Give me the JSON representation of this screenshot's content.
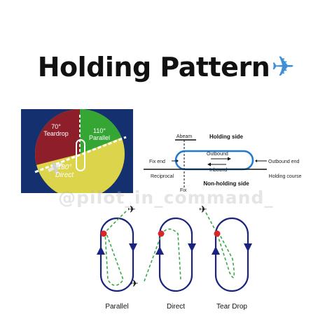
{
  "title": {
    "text": "Holding Pattern",
    "emoji_icon": "airplane-icon"
  },
  "sector_diagram": {
    "teardrop_angle": "70°",
    "teardrop_label": "Teardrop",
    "parallel_angle": "110°",
    "parallel_label": "Parallel",
    "direct_angle": "180°",
    "direct_label": "Direct",
    "colors": {
      "teardrop": "#8e1e2a",
      "parallel": "#35a534",
      "direct": "#dcd44a",
      "background": "#15306e"
    }
  },
  "holding_diagram": {
    "abeam": "Abeam",
    "holding_side": "Holding side",
    "fix_end": "Fix end",
    "outbound": "Outbound",
    "outbound_end": "Outbound end",
    "inbound": "Inbound",
    "reciprocal": "Reciprocal",
    "fix": "Fix",
    "non_holding_side": "Non-holding side",
    "holding_course": "Holding course"
  },
  "watermark": "@pilot_in_command_",
  "entries": {
    "parallel": "Parallel",
    "direct": "Direct",
    "tear_drop": "Tear Drop",
    "colors": {
      "track": "#1a237e",
      "entry_path": "#3ca84a",
      "fix": "#d62828"
    }
  }
}
